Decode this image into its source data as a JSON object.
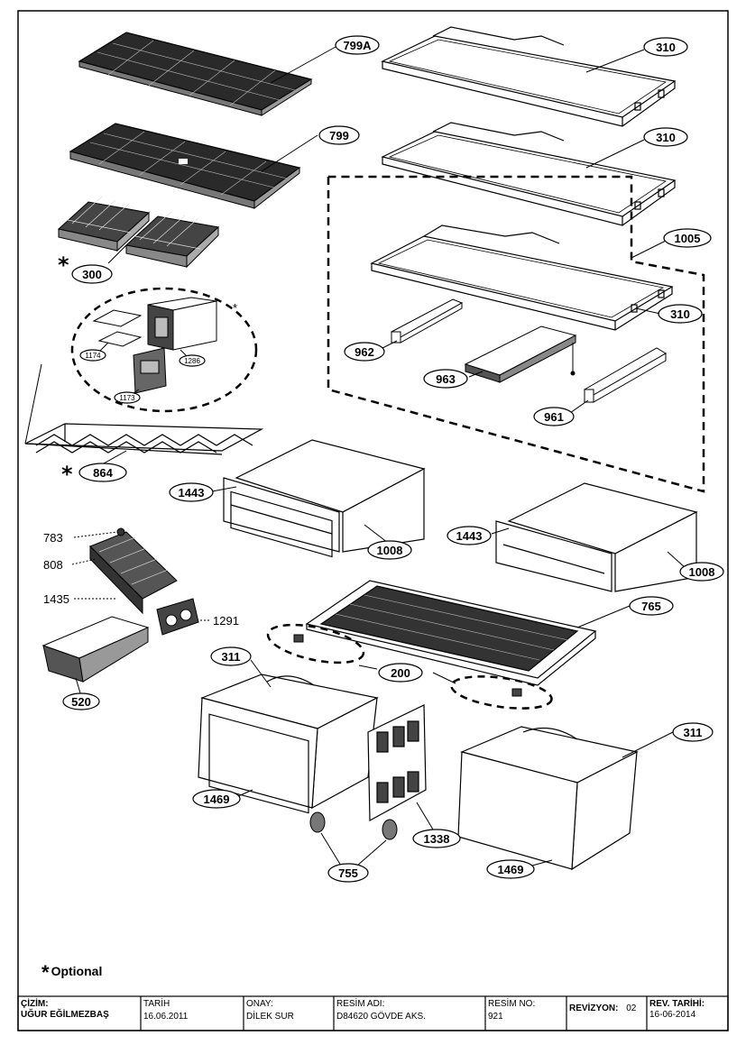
{
  "callouts": {
    "c799A": "799A",
    "c799": "799",
    "c300": "300",
    "c310a": "310",
    "c310b": "310",
    "c310c": "310",
    "c1005": "1005",
    "c962": "962",
    "c963": "963",
    "c961": "961",
    "c1174": "1174",
    "c1286": "1286",
    "c1173": "1173",
    "c864": "864",
    "c1443a": "1443",
    "c1443b": "1443",
    "c1008a": "1008",
    "c1008b": "1008",
    "c783": "783",
    "c808": "808",
    "c1435": "1435",
    "c1291": "1291",
    "c520": "520",
    "c765": "765",
    "c200": "200",
    "c311a": "311",
    "c311b": "311",
    "c1469a": "1469",
    "c1469b": "1469",
    "c1338": "1338",
    "c755": "755"
  },
  "optional_note": "Optional",
  "title_block": {
    "cizim_label": "ÇİZİM:",
    "cizim_value": "UĞUR EĞİLMEZBAŞ",
    "tarih_label": "TARİH",
    "tarih_value": "16.06.2011",
    "onay_label": "ONAY:",
    "onay_value": "DİLEK SUR",
    "resim_adi_label": "RESİM ADI:",
    "resim_adi_value": "D84620 GÖVDE AKS.",
    "resim_no_label": "RESİM NO:",
    "resim_no_value": "921",
    "revizyon_label": "REVİZYON:",
    "revizyon_value": "02",
    "rev_tarihi_label": "REV. TARİHİ:",
    "rev_tarihi_value": "16-06-2014"
  }
}
